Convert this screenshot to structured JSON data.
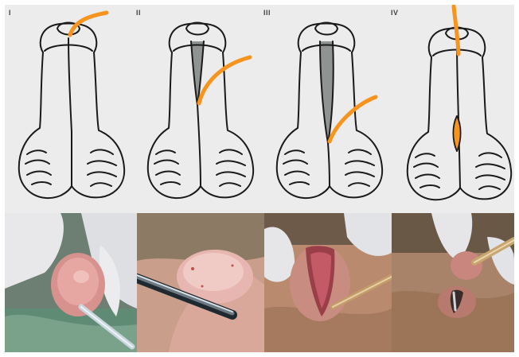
{
  "figure": {
    "panels": [
      {
        "numeral": "I",
        "tube_color": "#f7941d"
      },
      {
        "numeral": "II",
        "tube_color": "#f7941d"
      },
      {
        "numeral": "III",
        "tube_color": "#f7941d"
      },
      {
        "numeral": "IV",
        "tube_color": "#f7941d"
      }
    ],
    "line_color": "#1a1a1a",
    "drawing_background": "#ececec",
    "opened_urethra_color": "#8f9391"
  }
}
